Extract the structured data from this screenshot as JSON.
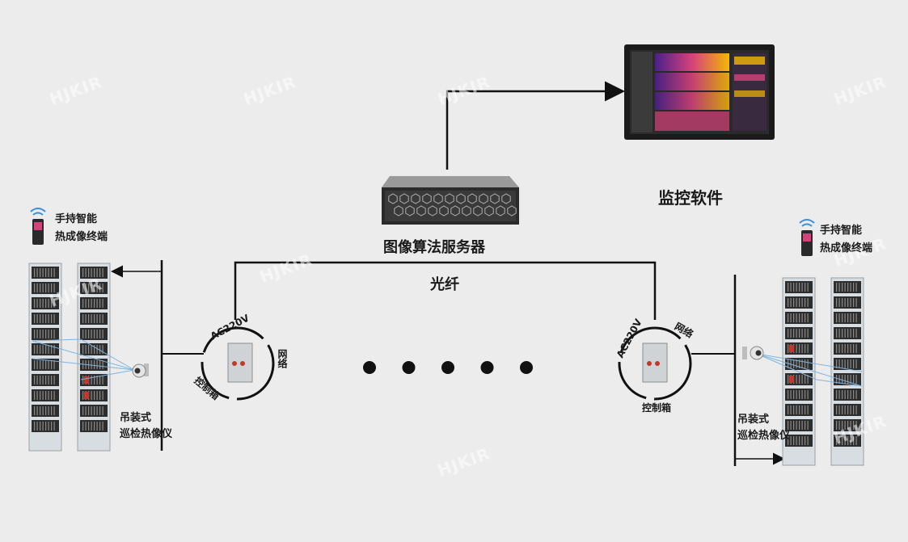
{
  "labels": {
    "server": "图像算法服务器",
    "monitor_software": "监控软件",
    "fiber": "光纤",
    "handheld_left_1": "手持智能",
    "handheld_left_2": "热成像终端",
    "handheld_right_1": "手持智能",
    "handheld_right_2": "热成像终端",
    "camera_left_1": "吊装式",
    "camera_left_2": "巡检热像仪",
    "camera_right_1": "吊装式",
    "camera_right_2": "巡检热像仪",
    "ac_left": "AC220V",
    "ac_right": "AC220V",
    "network_left": "网络",
    "network_right": "网络",
    "box_left": "控制箱",
    "box_right": "控制箱"
  },
  "watermark": "HJKIR",
  "ellipsis_count": 5,
  "colors": {
    "background": "#ececec",
    "line": "#111111",
    "beam": "#7fb4e0",
    "cabinet": "#d8dde2",
    "thermal_hot": "#f2b705",
    "thermal_mid": "#d6427a",
    "thermal_cool": "#4b1f8c"
  }
}
